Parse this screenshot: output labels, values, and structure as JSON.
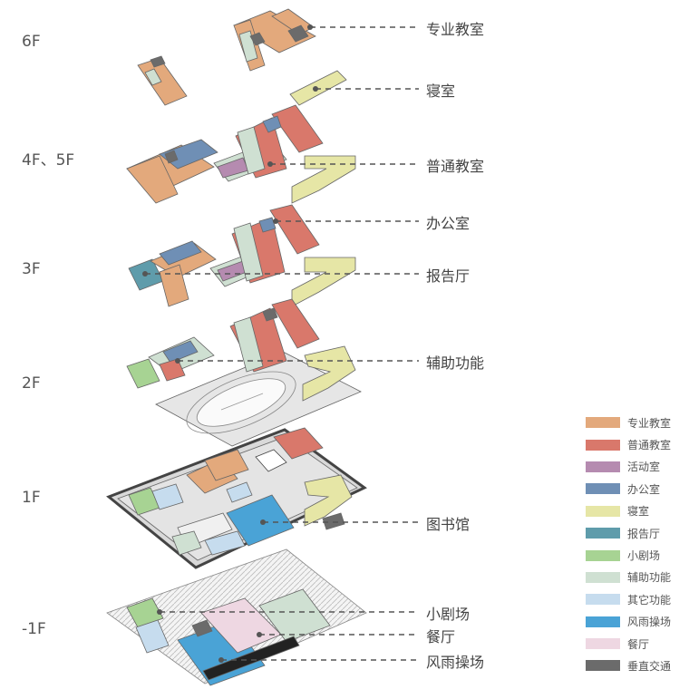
{
  "floors": [
    {
      "id": "6f",
      "label": "6F"
    },
    {
      "id": "4f5f",
      "label": "4F、5F"
    },
    {
      "id": "3f",
      "label": "3F"
    },
    {
      "id": "2f",
      "label": "2F"
    },
    {
      "id": "1f",
      "label": "1F"
    },
    {
      "id": "b1",
      "label": "-1F"
    }
  ],
  "callouts": [
    {
      "id": "special-classroom",
      "label": "专业教室"
    },
    {
      "id": "dormitory",
      "label": "寝室"
    },
    {
      "id": "regular-classroom",
      "label": "普通教室"
    },
    {
      "id": "office",
      "label": "办公室"
    },
    {
      "id": "lecture-hall",
      "label": "报告厅"
    },
    {
      "id": "auxiliary",
      "label": "辅助功能"
    },
    {
      "id": "library",
      "label": "图书馆"
    },
    {
      "id": "small-theater",
      "label": "小剧场"
    },
    {
      "id": "canteen",
      "label": "餐厅"
    },
    {
      "id": "covered-playground",
      "label": "风雨操场"
    }
  ],
  "legend": [
    {
      "id": "special-classroom",
      "label": "专业教室",
      "color": "#e3a97c"
    },
    {
      "id": "regular-classroom",
      "label": "普通教室",
      "color": "#d9786b"
    },
    {
      "id": "activity-room",
      "label": "活动室",
      "color": "#b58bb0"
    },
    {
      "id": "office",
      "label": "办公室",
      "color": "#6f8fb5"
    },
    {
      "id": "dormitory",
      "label": "寝室",
      "color": "#e6e6a6"
    },
    {
      "id": "lecture-hall",
      "label": "报告厅",
      "color": "#5f9cab"
    },
    {
      "id": "small-theater",
      "label": "小剧场",
      "color": "#a7d393"
    },
    {
      "id": "auxiliary",
      "label": "辅助功能",
      "color": "#cfe0d2"
    },
    {
      "id": "other",
      "label": "其它功能",
      "color": "#c6dcee"
    },
    {
      "id": "covered-playground",
      "label": "风雨操场",
      "color": "#4aa3d6"
    },
    {
      "id": "canteen",
      "label": "餐厅",
      "color": "#eed7e2"
    },
    {
      "id": "vertical-circulation",
      "label": "垂直交通",
      "color": "#6b6b6b"
    }
  ]
}
